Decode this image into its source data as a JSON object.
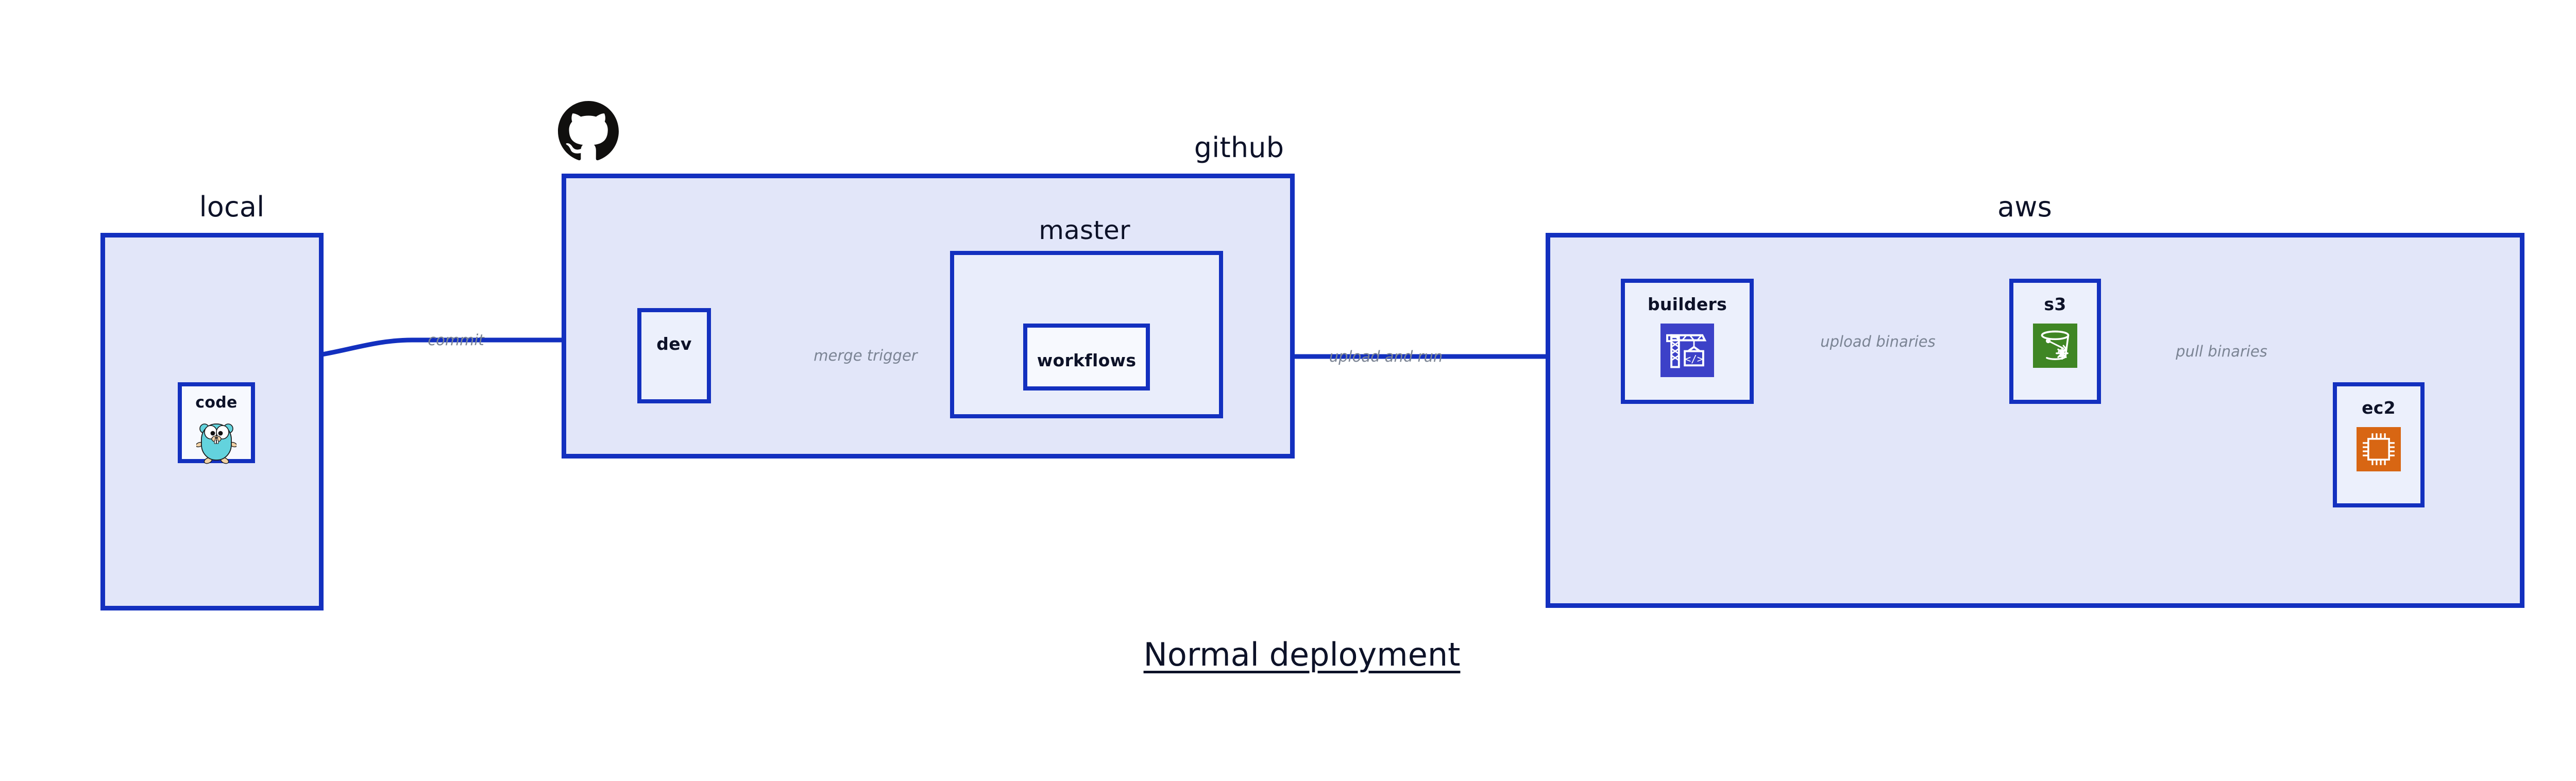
{
  "diagram": {
    "title": "Normal deployment",
    "accent_blue": "#1330bf",
    "group_fill": "#e2e6f9",
    "inner_group_fill": "#e9edfb",
    "node_fill": "#ecf0fc",
    "edge_label_color": "#7b8494",
    "text_color": "#0d1228"
  },
  "groups": [
    {
      "key": "local",
      "label": "local"
    },
    {
      "key": "github",
      "label": "github"
    },
    {
      "key": "master",
      "label": "master"
    },
    {
      "key": "aws",
      "label": "aws"
    }
  ],
  "nodes": [
    {
      "key": "code",
      "label": "code",
      "icon": "go-gopher-icon"
    },
    {
      "key": "dev",
      "label": "dev",
      "icon": null
    },
    {
      "key": "workflows",
      "label": "workflows",
      "icon": null
    },
    {
      "key": "builders",
      "label": "builders",
      "icon": "aws-codebuild-icon",
      "icon_color": "#3c41c8"
    },
    {
      "key": "s3",
      "label": "s3",
      "icon": "aws-s3-bucket-icon",
      "icon_color": "#3f8624"
    },
    {
      "key": "ec2",
      "label": "ec2",
      "icon": "aws-ec2-chip-icon",
      "icon_color": "#d86613"
    }
  ],
  "edges": [
    {
      "key": "commit",
      "label": "commit",
      "from": "code",
      "to": "dev"
    },
    {
      "key": "merge-trigger",
      "label": "merge trigger",
      "from": "dev",
      "to": "workflows"
    },
    {
      "key": "upload-and-run",
      "label": "upload and run",
      "from": "workflows",
      "to": "builders"
    },
    {
      "key": "upload-binaries",
      "label": "upload binaries",
      "from": "builders",
      "to": "s3"
    },
    {
      "key": "pull-binaries",
      "label": "pull binaries",
      "from": "s3",
      "to": "ec2"
    }
  ],
  "logos": [
    {
      "key": "github-octocat",
      "name": "github-octocat-logo",
      "color": "#100f0e"
    }
  ]
}
